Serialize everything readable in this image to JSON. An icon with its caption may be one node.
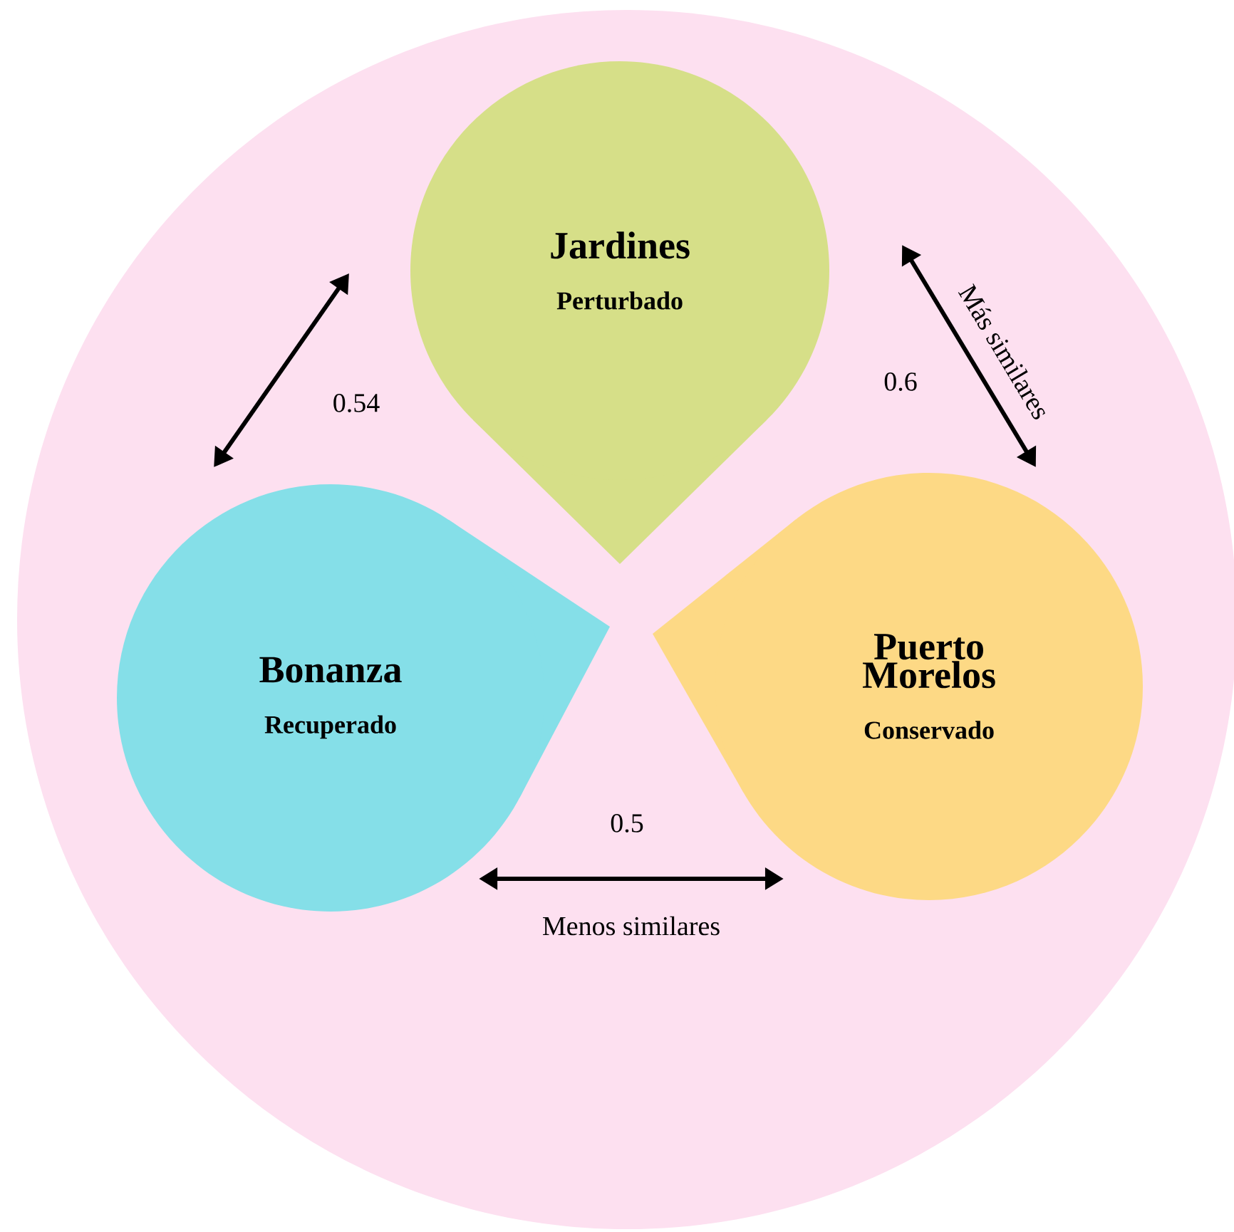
{
  "diagram": {
    "nodes": [
      {
        "text": [],
        "shape": "circle"
      },
      {
        "text": [
          "Jardines",
          "Perturbado"
        ],
        "in": 0
      },
      {
        "text": [
          "Bonanza",
          "Recuperado"
        ],
        "in": 0
      },
      {
        "text": [
          "Puerto Morelos",
          "Conservado"
        ],
        "in": 0
      }
    ],
    "edges": [
      {
        "from": 1,
        "to": 2,
        "arrow": "both",
        "label": "0.54"
      },
      {
        "from": 1,
        "to": 3,
        "arrow": "both",
        "label": "0.6"
      },
      {
        "from": 2,
        "to": 3,
        "arrow": "both",
        "label": "0.5"
      }
    ],
    "labels": [
      "Más similares",
      "Menos similares"
    ]
  }
}
